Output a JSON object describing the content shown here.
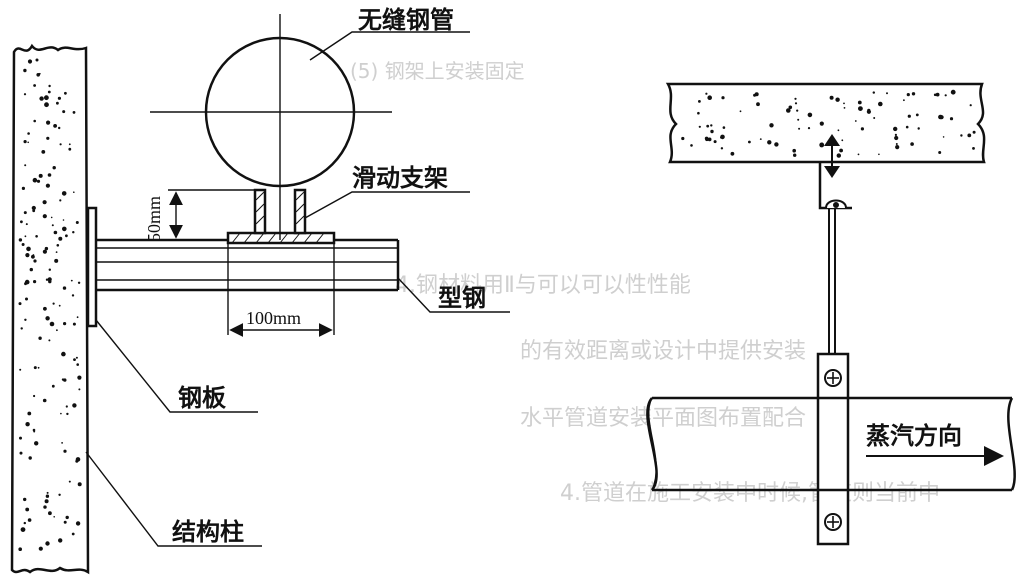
{
  "left_diagram": {
    "pipe_label": "无缝钢管",
    "support_label": "滑动支架",
    "height_dim": "50mm",
    "beam_label": "型钢",
    "width_dim": "100mm",
    "plate_label": "钢板",
    "column_label": "结构柱"
  },
  "right_diagram": {
    "direction_label": "蒸汽方向"
  },
  "bleed_through": {
    "line_1": "(5) 钢架上安装固定",
    "line_2": "4.钢材料用Ⅱ与可以可以性性能",
    "line_3": "的有效距离或设计中提供安装",
    "line_4": "水平管道安装平面图布置配合",
    "line_5": "4.管道在施工安装中时候,管道则当前中"
  }
}
